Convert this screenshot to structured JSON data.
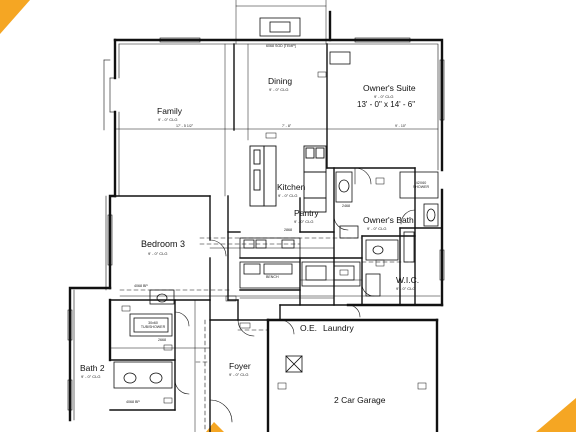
{
  "accent_color": "#F5A623",
  "rooms": {
    "dining": {
      "name": "Dining",
      "ceiling": "9' - 0\" CLG"
    },
    "family": {
      "name": "Family",
      "ceiling": "9' - 0\" CLG"
    },
    "owners_suite": {
      "name": "Owner's Suite",
      "ceiling": "9' - 0\" CLG",
      "size": "13' - 0\" x 14' - 6\""
    },
    "kitchen": {
      "name": "Kitchen",
      "ceiling": "9' - 0\" CLG"
    },
    "pantry": {
      "name": "Pantry",
      "ceiling": "9' - 0\" CLG"
    },
    "owners_bath": {
      "name": "Owner's Bath",
      "ceiling": "9' - 0\" CLG"
    },
    "bedroom3": {
      "name": "Bedroom 3",
      "ceiling": "9' - 0\" CLG"
    },
    "wic": {
      "name": "W.I.C.",
      "ceiling": "9' - 0\" CLG"
    },
    "oe": {
      "name": "O.E."
    },
    "laundry": {
      "name": "Laundry"
    },
    "foyer": {
      "name": "Foyer",
      "ceiling": "9' - 0\" CLG"
    },
    "bath2": {
      "name": "Bath 2",
      "ceiling": "9' - 0\" CLG"
    },
    "garage": {
      "name": "2 Car Garage"
    }
  },
  "annotations": {
    "door_dining": "6068 SGD [TEMP]",
    "shower": "42X60 SHOWER",
    "tub_shower": "30x60 TUB/SHOWER",
    "bench": "BENCH",
    "bp1": "4068 BP",
    "bp2": "4068 BP",
    "code_2468": "2468",
    "code_2868": "2868",
    "code_2668": "2668",
    "dim_17": "17' - 5 1/2\"",
    "dim_7": "7' - 8\"",
    "dim_9": "9' - 10\""
  }
}
